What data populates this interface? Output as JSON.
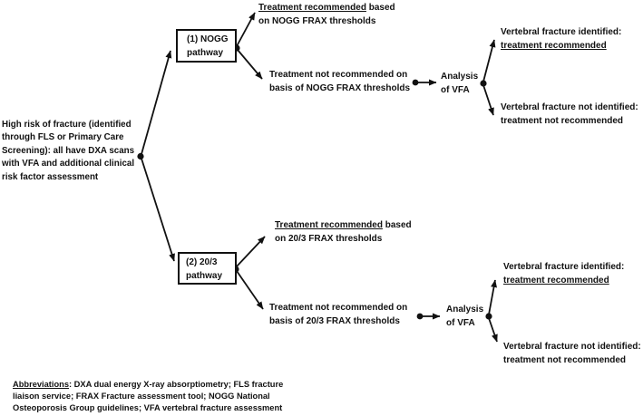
{
  "diagram": {
    "root": {
      "line1": "High risk of fracture (identified",
      "line2": "through FLS or Primary Care",
      "line3": "Screening): all have DXA scans",
      "line4": "with VFA and additional clinical",
      "line5": "risk factor assessment"
    },
    "pathways": [
      {
        "box_line1": "(1) NOGG",
        "box_line2": "pathway",
        "recommended_underlined": "Treatment recommended",
        "recommended_rest": " based",
        "recommended_line2": "on NOGG FRAX thresholds",
        "not_recommended_line1": "Treatment not recommended on",
        "not_recommended_line2": "basis of NOGG FRAX thresholds",
        "vfa_line1": "Analysis",
        "vfa_line2": "of VFA",
        "positive_line1": "Vertebral fracture identified:",
        "positive_line2": "treatment recommended",
        "negative_line1": "Vertebral fracture not identified:",
        "negative_line2": "treatment not recommended"
      },
      {
        "box_line1": "(2) 20/3",
        "box_line2": "pathway",
        "recommended_underlined": "Treatment recommended",
        "recommended_rest": " based",
        "recommended_line2": "on 20/3 FRAX thresholds",
        "not_recommended_line1": "Treatment not recommended on",
        "not_recommended_line2": "basis of 20/3 FRAX thresholds",
        "vfa_line1": "Analysis",
        "vfa_line2": "of VFA",
        "positive_line1": "Vertebral fracture identified:",
        "positive_line2": "treatment recommended",
        "negative_line1": "Vertebral fracture not identified:",
        "negative_line2": "treatment not recommended"
      }
    ],
    "footnote": {
      "underlined": "Abbreviations",
      "line1_rest": ": DXA dual energy X-ray absorptiometry; FLS  fracture",
      "line2": "liaison service; FRAX Fracture assessment tool; NOGG National",
      "line3": "Osteoporosis Group guidelines; VFA vertebral fracture assessment"
    },
    "colors": {
      "ink": "#111111",
      "background": "#ffffff"
    }
  }
}
